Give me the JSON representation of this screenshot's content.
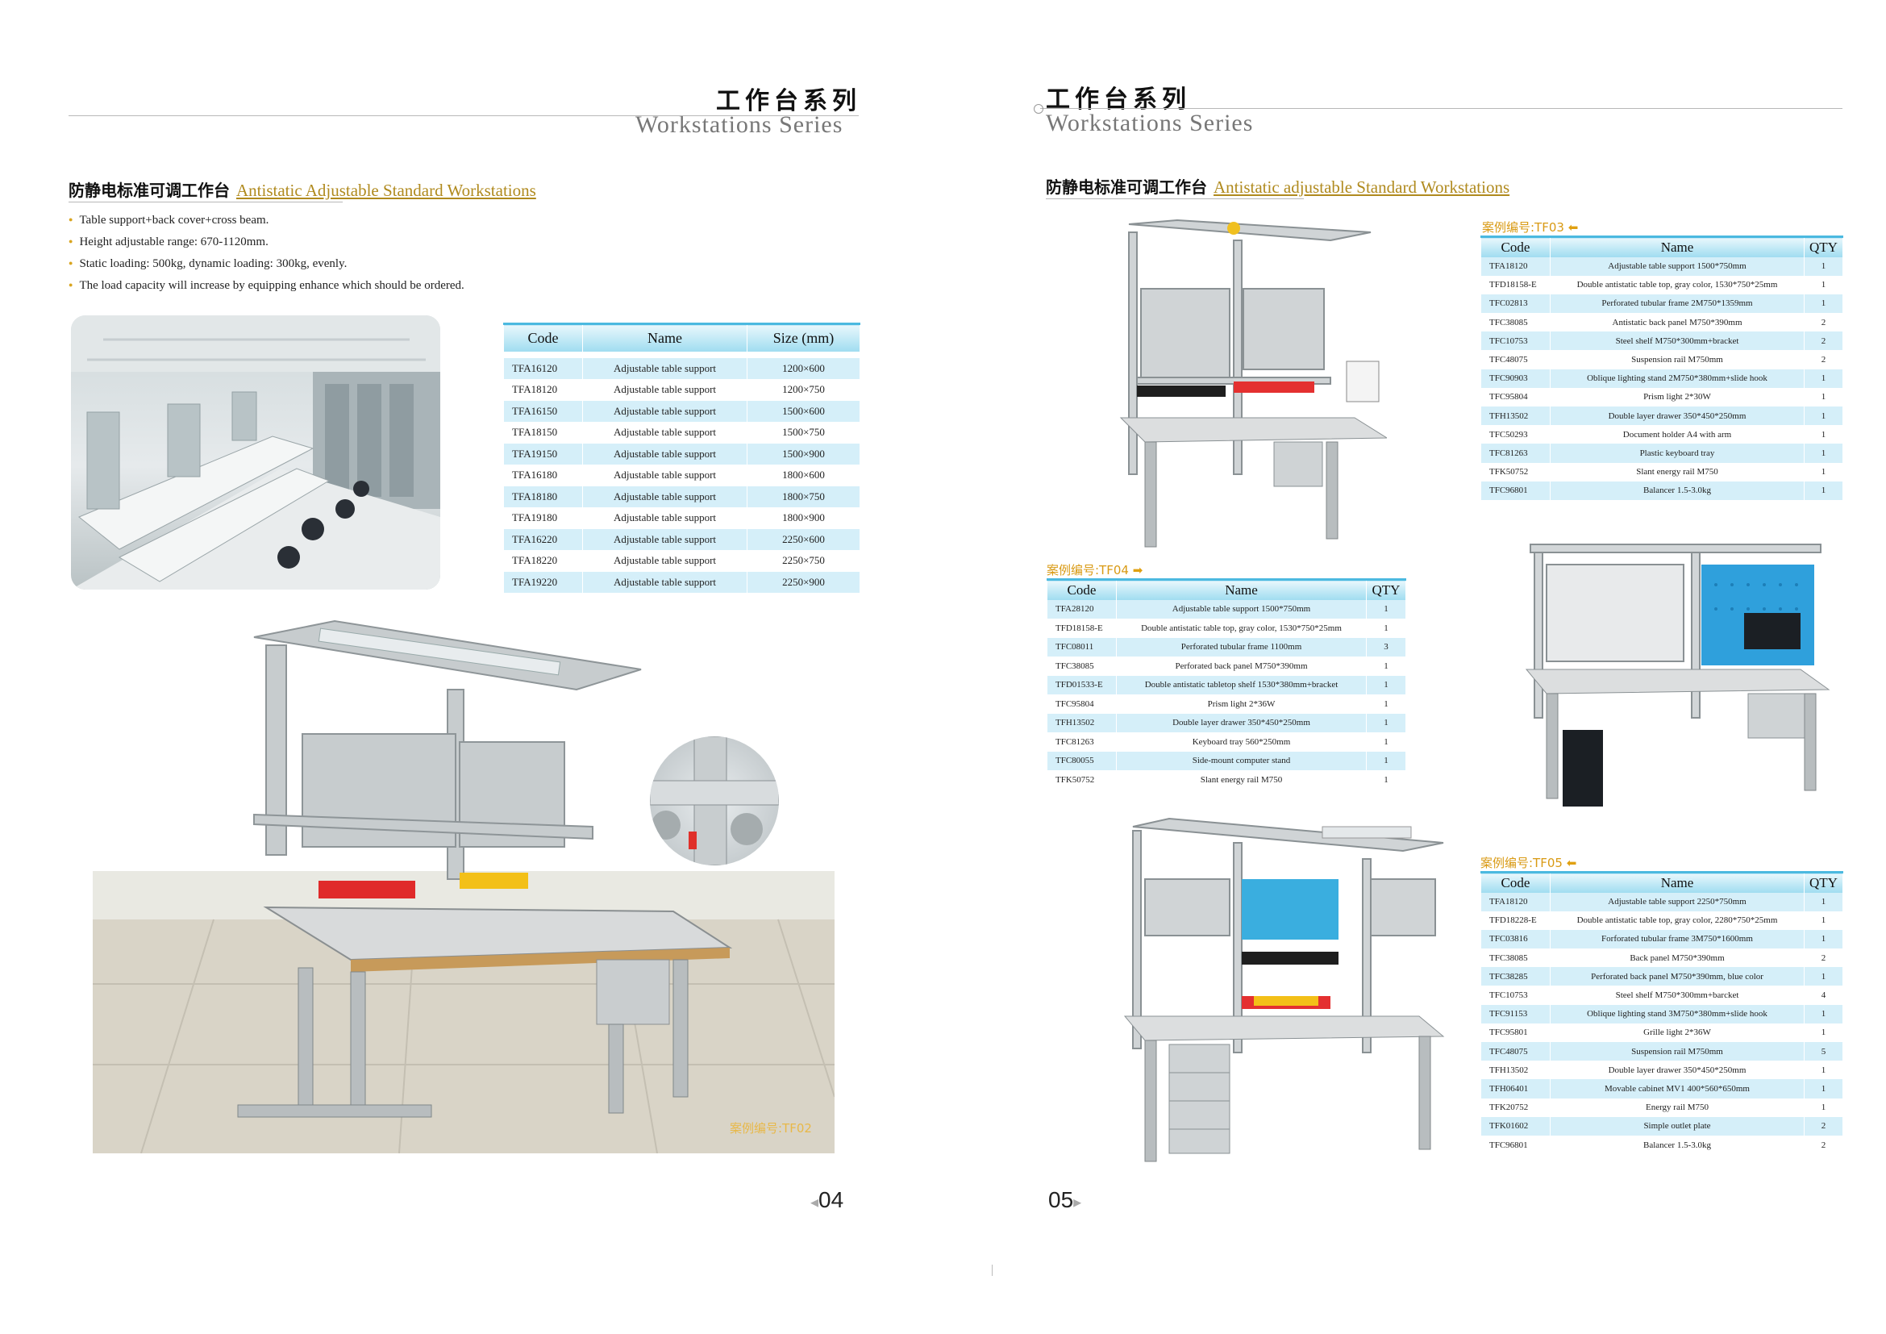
{
  "left": {
    "header_cn": "工作台系列",
    "header_en": "Workstations Series",
    "section_cn": "防静电标准可调工作台",
    "section_en": "Antistatic Adjustable Standard Workstations",
    "bullets": [
      "Table support+back cover+cross beam.",
      "Height adjustable range: 670-1120mm.",
      "Static loading: 500kg, dynamic loading: 300kg, evenly.",
      "The load capacity will increase by equipping enhance which should be ordered."
    ],
    "table": {
      "headers": [
        "Code",
        "Name",
        "Size (mm)"
      ],
      "rows": [
        [
          "TFA16120",
          "Adjustable table support",
          "1200×600"
        ],
        [
          "TFA18120",
          "Adjustable table support",
          "1200×750"
        ],
        [
          "TFA16150",
          "Adjustable table support",
          "1500×600"
        ],
        [
          "TFA18150",
          "Adjustable table support",
          "1500×750"
        ],
        [
          "TFA19150",
          "Adjustable table support",
          "1500×900"
        ],
        [
          "TFA16180",
          "Adjustable table support",
          "1800×600"
        ],
        [
          "TFA18180",
          "Adjustable table support",
          "1800×750"
        ],
        [
          "TFA19180",
          "Adjustable table support",
          "1800×900"
        ],
        [
          "TFA16220",
          "Adjustable table support",
          "2250×600"
        ],
        [
          "TFA18220",
          "Adjustable table support",
          "2250×750"
        ],
        [
          "TFA19220",
          "Adjustable table support",
          "2250×900"
        ]
      ]
    },
    "case_caption": "案例编号:TF02",
    "page_number": "04"
  },
  "right": {
    "header_cn": "工作台系列",
    "header_en": "Workstations Series",
    "section_cn": "防静电标准可调工作台",
    "section_en": "Antistatic adjustable Standard Workstations",
    "tf03": {
      "label": "案例编号:TF03",
      "headers": [
        "Code",
        "Name",
        "QTY"
      ],
      "rows": [
        [
          "TFA18120",
          "Adjustable table support 1500*750mm",
          "1"
        ],
        [
          "TFD18158-E",
          "Double antistatic table top, gray color, 1530*750*25mm",
          "1"
        ],
        [
          "TFC02813",
          "Perforated tubular frame 2M750*1359mm",
          "1"
        ],
        [
          "TFC38085",
          "Antistatic back panel M750*390mm",
          "2"
        ],
        [
          "TFC10753",
          "Steel shelf M750*300mm+bracket",
          "2"
        ],
        [
          "TFC48075",
          "Suspension rail M750mm",
          "2"
        ],
        [
          "TFC90903",
          "Oblique lighting stand 2M750*380mm+slide hook",
          "1"
        ],
        [
          "TFC95804",
          "Prism light 2*30W",
          "1"
        ],
        [
          "TFH13502",
          "Double layer drawer 350*450*250mm",
          "1"
        ],
        [
          "TFC50293",
          "Document holder A4 with arm",
          "1"
        ],
        [
          "TFC81263",
          "Plastic keyboard tray",
          "1"
        ],
        [
          "TFK50752",
          "Slant energy rail M750",
          "1"
        ],
        [
          "TFC96801",
          "Balancer 1.5-3.0kg",
          "1"
        ]
      ]
    },
    "tf04": {
      "label": "案例编号:TF04",
      "headers": [
        "Code",
        "Name",
        "QTY"
      ],
      "rows": [
        [
          "TFA28120",
          "Adjustable table support 1500*750mm",
          "1"
        ],
        [
          "TFD18158-E",
          "Double antistatic table top, gray color, 1530*750*25mm",
          "1"
        ],
        [
          "TFC08011",
          "Perforated tubular frame 1100mm",
          "3"
        ],
        [
          "TFC38085",
          "Perforated back panel M750*390mm",
          "1"
        ],
        [
          "TFD01533-E",
          "Double antistatic tabletop shelf 1530*380mm+bracket",
          "1"
        ],
        [
          "TFC95804",
          "Prism light 2*36W",
          "1"
        ],
        [
          "TFH13502",
          "Double layer drawer 350*450*250mm",
          "1"
        ],
        [
          "TFC81263",
          "Keyboard tray 560*250mm",
          "1"
        ],
        [
          "TFC80055",
          "Side-mount computer stand",
          "1"
        ],
        [
          "TFK50752",
          "Slant energy rail M750",
          "1"
        ]
      ]
    },
    "tf05": {
      "label": "案例编号:TF05",
      "headers": [
        "Code",
        "Name",
        "QTY"
      ],
      "rows": [
        [
          "TFA18120",
          "Adjustable table support 2250*750mm",
          "1"
        ],
        [
          "TFD18228-E",
          "Double antistatic table top, gray color, 2280*750*25mm",
          "1"
        ],
        [
          "TFC03816",
          "Forforated tubular frame 3M750*1600mm",
          "1"
        ],
        [
          "TFC38085",
          "Back panel M750*390mm",
          "2"
        ],
        [
          "TFC38285",
          "Perforated back panel M750*390mm, blue color",
          "1"
        ],
        [
          "TFC10753",
          "Steel shelf M750*300mm+barcket",
          "4"
        ],
        [
          "TFC91153",
          "Oblique lighting stand 3M750*380mm+slide hook",
          "1"
        ],
        [
          "TFC95801",
          "Grille light 2*36W",
          "1"
        ],
        [
          "TFC48075",
          "Suspension rail M750mm",
          "5"
        ],
        [
          "TFH13502",
          "Double layer drawer 350*450*250mm",
          "1"
        ],
        [
          "TFH06401",
          "Movable cabinet MV1  400*560*650mm",
          "1"
        ],
        [
          "TFK20752",
          "Energy rail M750",
          "1"
        ],
        [
          "TFK01602",
          "Simple outlet plate",
          "2"
        ],
        [
          "TFC96801",
          "Balancer 1.5-3.0kg",
          "2"
        ]
      ]
    },
    "page_number": "05"
  }
}
